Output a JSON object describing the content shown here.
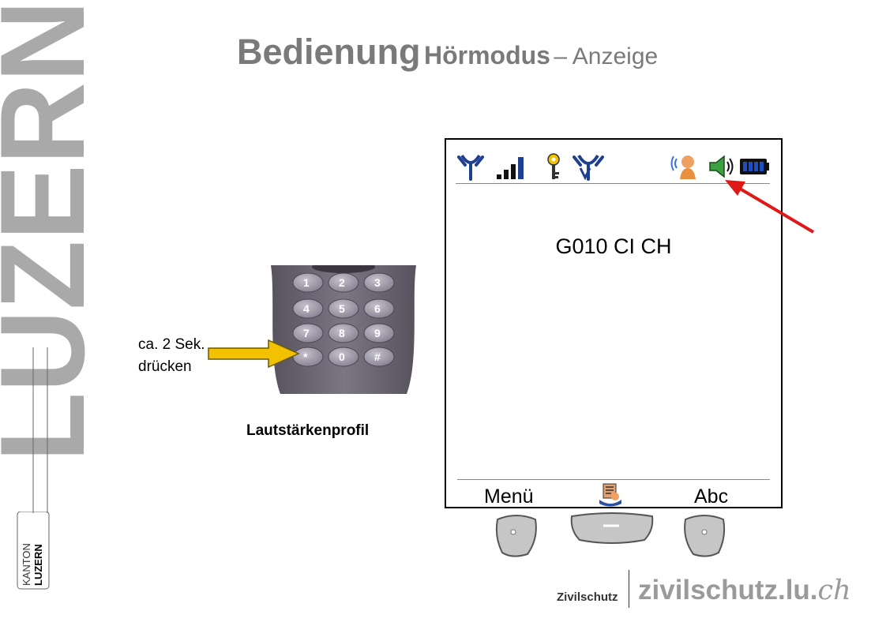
{
  "title": {
    "main": "Bedienung",
    "sub": "Hörmodus",
    "dash_detail": "– Anzeige"
  },
  "brand": {
    "wordmark": "LUZERN",
    "badge_top": "KANTON",
    "badge_bottom": "LUZERN"
  },
  "keypad": {
    "keys": [
      "1",
      "2",
      "3",
      "4",
      "5",
      "6",
      "7",
      "8",
      "9",
      "*",
      "0",
      "#"
    ],
    "key_color": "#8f8a99",
    "body_color": "#6f6a76"
  },
  "hint": {
    "text": "ca. 2 Sek.\ndrücken",
    "arrow_color": "#f2c200"
  },
  "profile_label": "Lautstärkenprofil",
  "display": {
    "status_icons": [
      "antenna-icon",
      "signal-strength-icon",
      "key-icon",
      "network-icon",
      "hearing-mode-icon",
      "speaker-volume-icon",
      "battery-icon"
    ],
    "network_name": "G010 CI CH",
    "softkey_left": "Menü",
    "softkey_right": "Abc",
    "softkey_middle_icon": "phonebook-icon"
  },
  "pointer_arrow_color": "#e01818",
  "footer": {
    "org": "Zivilschutz",
    "url_main": "zivilschutz.lu.",
    "url_tld": "ch"
  }
}
